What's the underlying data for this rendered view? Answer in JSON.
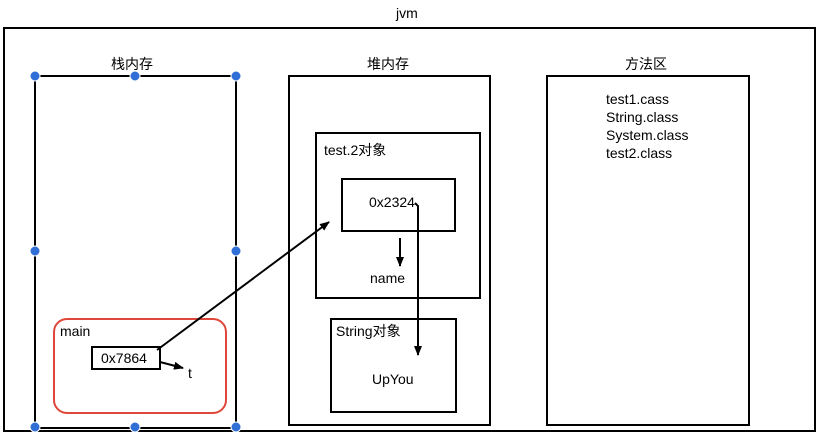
{
  "diagram": {
    "jvm_label": "jvm",
    "stack": {
      "title": "栈内存"
    },
    "heap": {
      "title": "堆内存"
    },
    "method_area": {
      "title": "方法区",
      "classes": [
        "test1.cass",
        "String.class",
        "System.class",
        "test2.class"
      ]
    },
    "main_frame": {
      "label": "main",
      "ref_value": "0x7864",
      "var_name": "t"
    },
    "test2_object": {
      "label": "test.2对象",
      "ref_value": "0x2324",
      "field_name": "name"
    },
    "string_object": {
      "label": "String对象",
      "value": "UpYou"
    },
    "colors": {
      "selection_handle": "#2f6fd6",
      "main_frame_border": "#e0473a",
      "line": "#000000"
    }
  }
}
